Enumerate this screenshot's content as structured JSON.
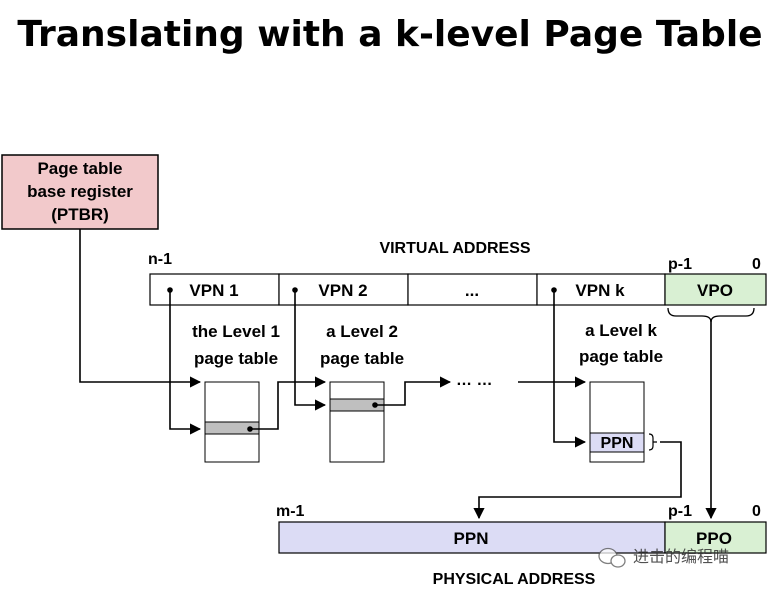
{
  "title": "Translating with a k-level Page Table",
  "ptbr": {
    "line1": "Page table",
    "line2": "base register",
    "line3": "(PTBR)"
  },
  "virtual_address": {
    "label": "VIRTUAL ADDRESS",
    "high_bit": "n-1",
    "offset_high_bit": "p-1",
    "offset_low_bit": "0",
    "fields": [
      "VPN 1",
      "VPN 2",
      "...",
      "VPN k",
      "VPO"
    ]
  },
  "page_tables": [
    {
      "line1": "the Level 1",
      "line2": "page table"
    },
    {
      "line1": "a Level 2",
      "line2": "page table"
    },
    {
      "line1": "a Level k",
      "line2": "page table"
    }
  ],
  "ellipsis": "…   …",
  "ppn_entry": "PPN",
  "physical_address": {
    "label": "PHYSICAL ADDRESS",
    "high_bit": "m-1",
    "offset_high_bit": "p-1",
    "offset_low_bit": "0",
    "fields": [
      "PPN",
      "PPO"
    ]
  },
  "watermark": "进击的编程喵",
  "colors": {
    "ptbr_fill": "#f2c9cb",
    "vpo_fill": "#d9f0d3",
    "ppn_fill": "#dcdcf5",
    "row_fill": "#bfbfbf"
  }
}
